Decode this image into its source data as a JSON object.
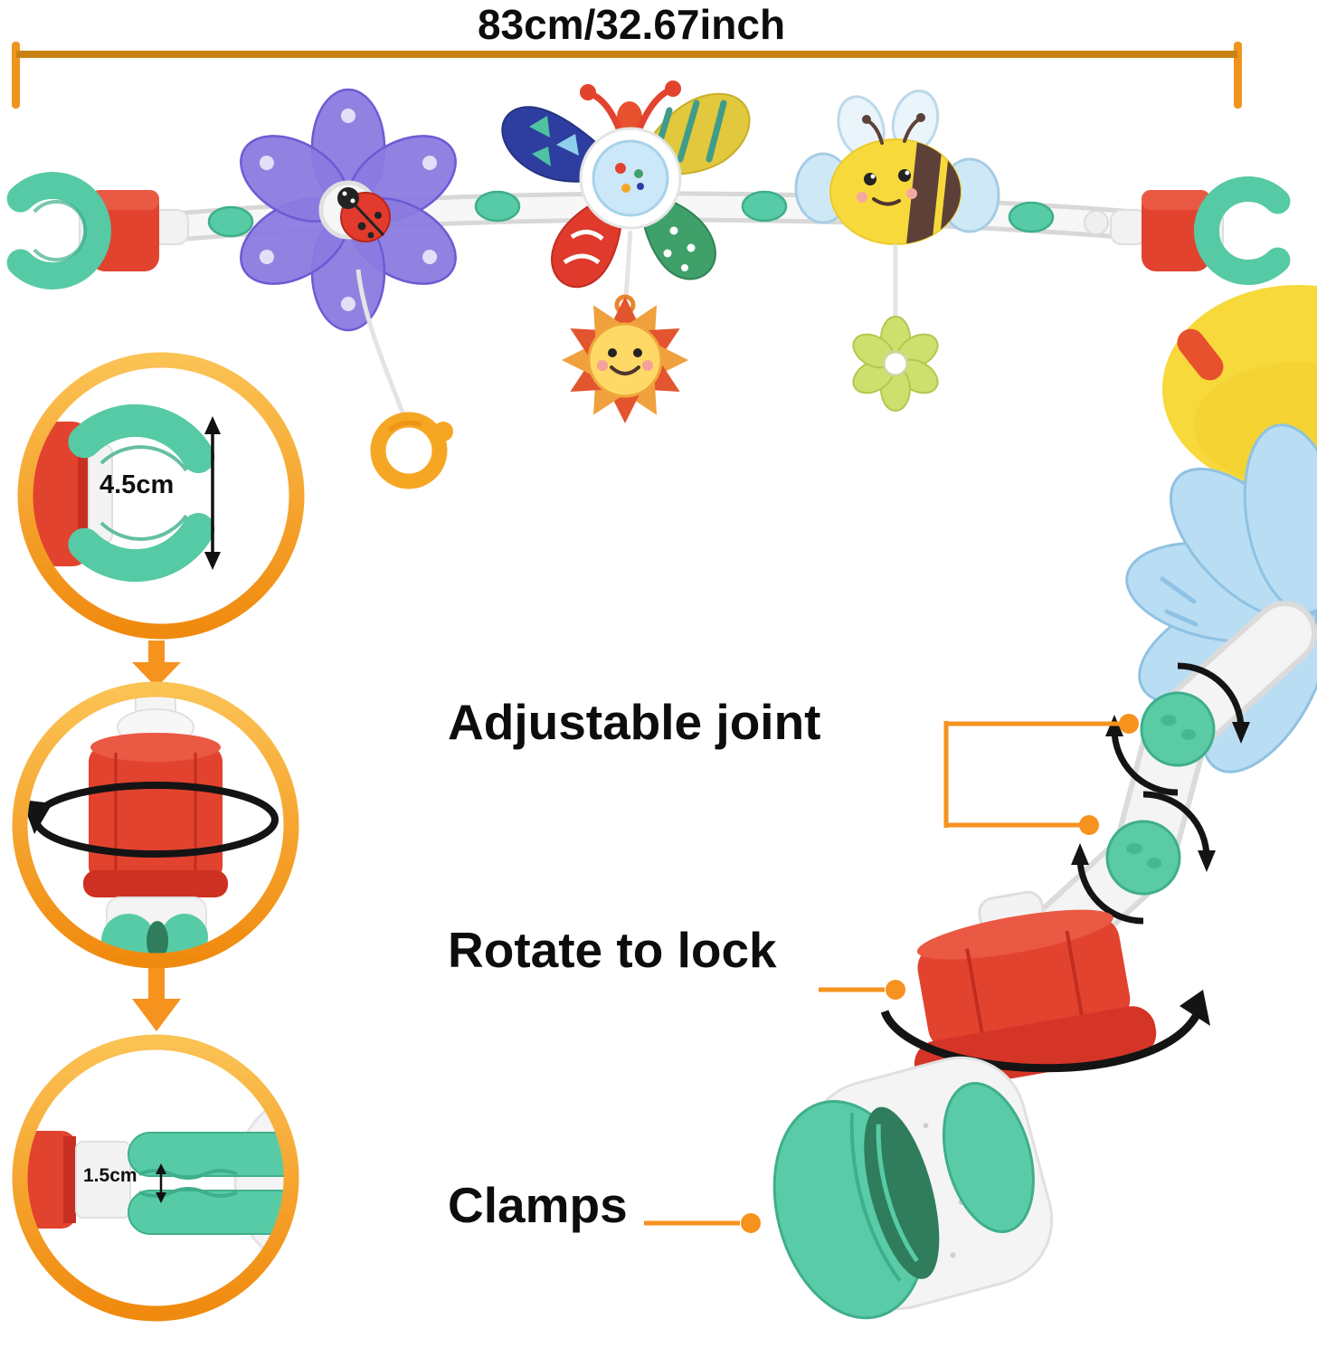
{
  "dimension": {
    "label": "83cm/32.67inch"
  },
  "measurements": {
    "clamp_max_opening": "4.5cm",
    "clamp_min_opening": "1.5cm"
  },
  "features": [
    {
      "label": "Adjustable joint"
    },
    {
      "label": "Rotate to lock"
    },
    {
      "label": "Clamps"
    }
  ],
  "colors": {
    "accent_orange": "#F6921E",
    "ring_gradient_top": "#FBC254",
    "ring_gradient_bottom": "#F08A0E",
    "red_plastic": "#E2432F",
    "teal_plastic": "#56C9A5",
    "dark_teal": "#2F7D5C",
    "purple_flower": "#8A7AE0",
    "bee_yellow": "#F7D93B",
    "sky_blue_petal": "#B9DDF3",
    "text": "#0C0C0C"
  }
}
